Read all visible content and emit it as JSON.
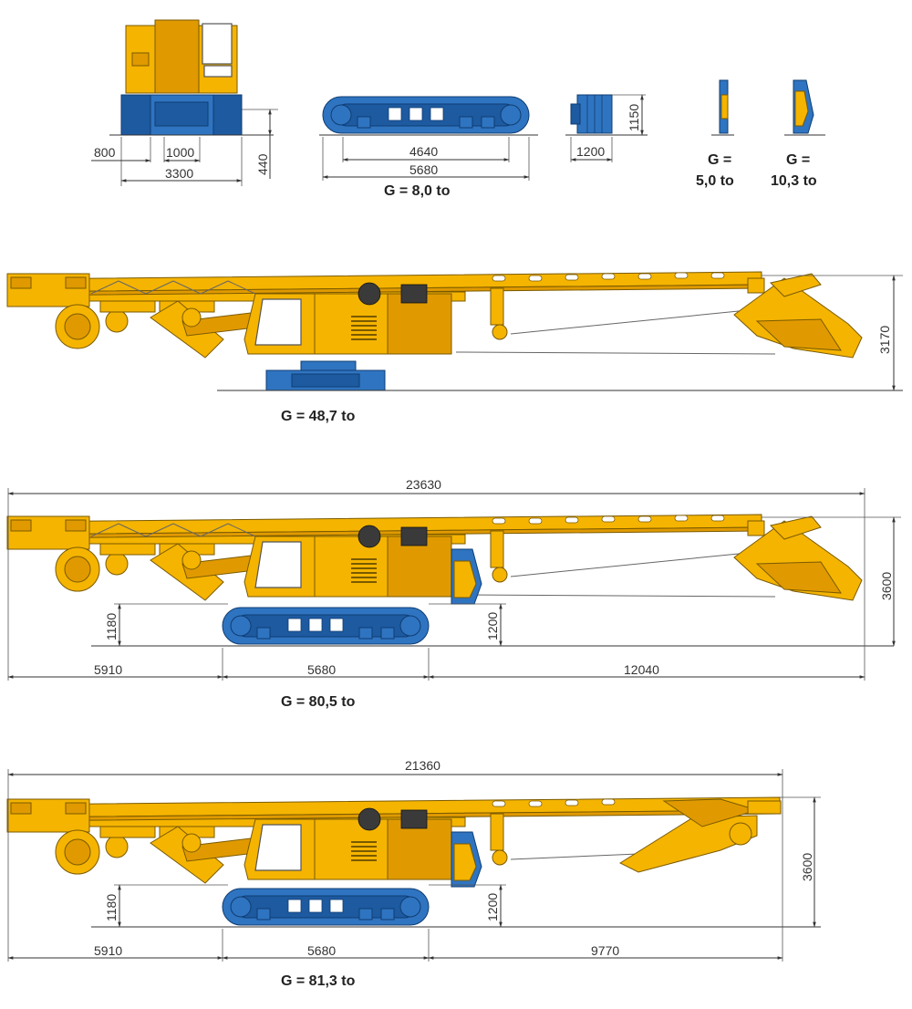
{
  "top": {
    "crane_front": {
      "dims": [
        "800",
        "1000",
        "3300",
        "440"
      ]
    },
    "crawler": {
      "dims": [
        "4640",
        "5680"
      ],
      "weight": "G = 8,0 to"
    },
    "crawler_end": {
      "dims": [
        "1200",
        "1150"
      ]
    },
    "counterweight_small": {
      "line1": "G =",
      "line2": "5,0 to"
    },
    "counterweight_large": {
      "line1": "G =",
      "line2": "10,3 to"
    }
  },
  "config1": {
    "height": "3170",
    "weight": "G = 48,7 to"
  },
  "config2": {
    "length": "23630",
    "height": "3600",
    "left": "1180",
    "right": "1200",
    "seg1": "5910",
    "seg2": "5680",
    "seg3": "12040",
    "weight": "G = 80,5 to"
  },
  "config3": {
    "length": "21360",
    "height": "3600",
    "left": "1180",
    "right": "1200",
    "seg1": "5910",
    "seg2": "5680",
    "seg3": "9770",
    "weight": "G = 81,3 to"
  },
  "colors": {
    "machine_yellow": "#F5B400",
    "crawler_blue": "#2F74C0"
  }
}
